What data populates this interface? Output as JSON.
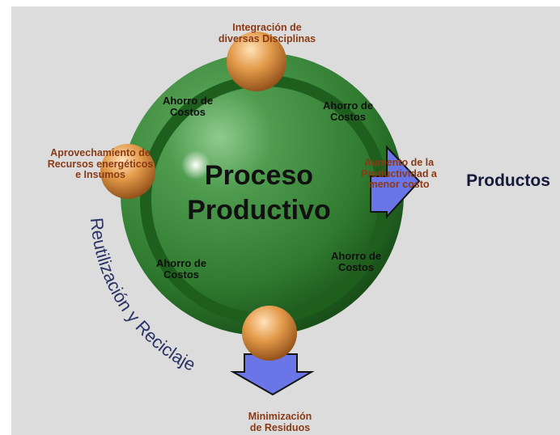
{
  "diagram": {
    "center_line1": "Proceso",
    "center_line2": "Productivo",
    "top_node": {
      "line1": "Integración de",
      "line2": "diversas Disciplinas"
    },
    "left_node": {
      "line1": "Aprovechamiento de",
      "line2": "Recursos energéticos",
      "line3": "e Insumos"
    },
    "right_node": {
      "line1": "Aumento de la",
      "line2": "Productividad a",
      "line3": "menor costo"
    },
    "bottom_node": {
      "line1": "Minimización",
      "line2": "de Residuos"
    },
    "savings": [
      {
        "line1": "Ahorro de",
        "line2": "Costos"
      },
      {
        "line1": "Ahorro de",
        "line2": "Costos"
      },
      {
        "line1": "Ahorro de",
        "line2": "Costos"
      },
      {
        "line1": "Ahorro de",
        "line2": "Costos"
      }
    ],
    "output_label": "Productos",
    "arc_label": "Reutilización y Reciclaje",
    "colors": {
      "sphere": "#2f7a2f",
      "ring": "#1e5f1e",
      "node": "#e39a4a",
      "arrow": "#6a75e8",
      "node_text": "#8a3a14",
      "background": "#dcdcdc"
    }
  }
}
